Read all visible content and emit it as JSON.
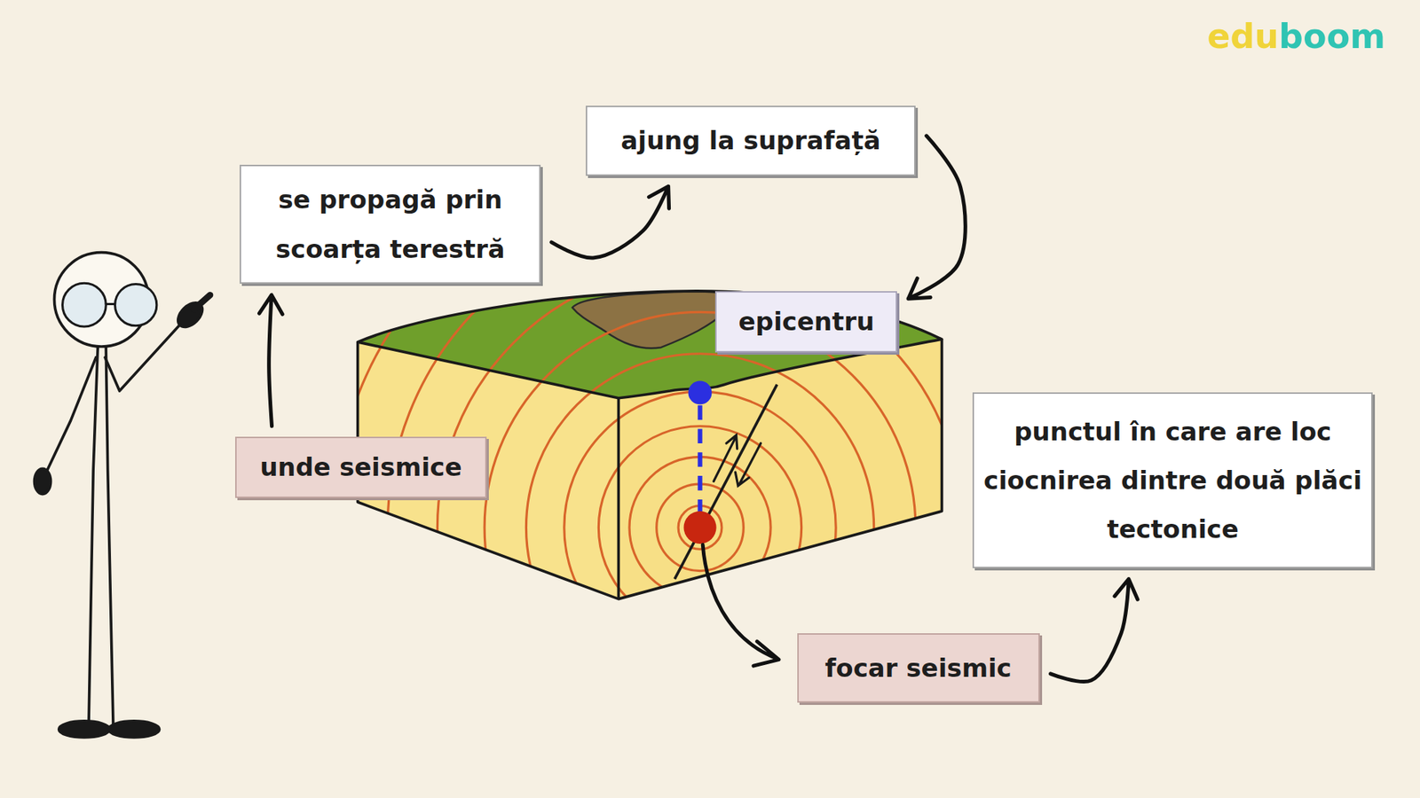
{
  "diagram": {
    "nodes": [
      {
        "text": [
          "ajung la suprafață"
        ]
      },
      {
        "text": [
          "se propagă prin scoarța terestră"
        ]
      },
      {
        "text": [
          "epicentru"
        ]
      },
      {
        "text": [
          "punctul în care are loc ciocnirea dintre două plăci tectonice"
        ]
      },
      {
        "text": [
          "unde seismice"
        ]
      },
      {
        "text": [
          "focar seismic"
        ]
      }
    ],
    "edges": [
      {
        "from": 4,
        "to": 1,
        "arrow": "to"
      },
      {
        "from": 1,
        "to": 0,
        "arrow": "to"
      },
      {
        "from": 0,
        "to": 2,
        "arrow": "to"
      },
      {
        "from": 5,
        "to": 3,
        "arrow": "to"
      }
    ],
    "labels": [
      "eduboom"
    ]
  }
}
